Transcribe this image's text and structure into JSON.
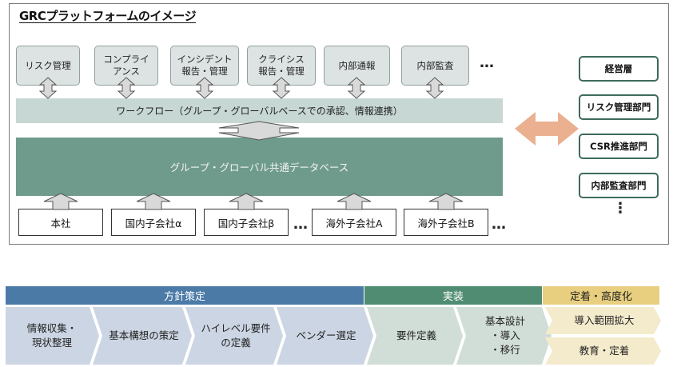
{
  "title": "GRCプラットフォームのイメージ",
  "functions": [
    "リスク管理",
    "コンプライ\nアンス",
    "インシデント\n報告・管理",
    "クライシス\n報告・管理",
    "内部通報",
    "内部監査"
  ],
  "functions_more": "…",
  "workflow_label": "ワークフロー（グループ・グローバルベースでの承認、情報連携）",
  "database_label": "グループ・グローバル共通データベース",
  "entities": [
    "本社",
    "国内子会社α",
    "国内子会社β",
    "海外子会社A",
    "海外子会社B"
  ],
  "entities_more_1": "…",
  "entities_more_2": "…",
  "organizations": [
    "経営層",
    "リスク管理部門",
    "CSR推進部門",
    "内部監査部門"
  ],
  "organizations_more": "⋮",
  "phases": [
    {
      "label": "方針策定",
      "color": "#4b7aa7"
    },
    {
      "label": "実装",
      "color": "#4f8c71"
    },
    {
      "label": "定着・高度化",
      "color": "#e8cf7f"
    }
  ],
  "steps": [
    "情報収集・\n現状整理",
    "基本構想の策定",
    "ハイレベル要件\nの定義",
    "ベンダー選定",
    "要件定義",
    "基本設計\n・導入\n・移行"
  ],
  "stabilization_steps": [
    "導入範囲拡大",
    "教育・定着"
  ],
  "colors": {
    "policy_step": "#ccd5e3",
    "impl_step": "#d1ddd7",
    "stab_step": "#f4ebcc",
    "arrow_orange": "#eab08f",
    "arrow_gray": "#d9d9d9"
  }
}
